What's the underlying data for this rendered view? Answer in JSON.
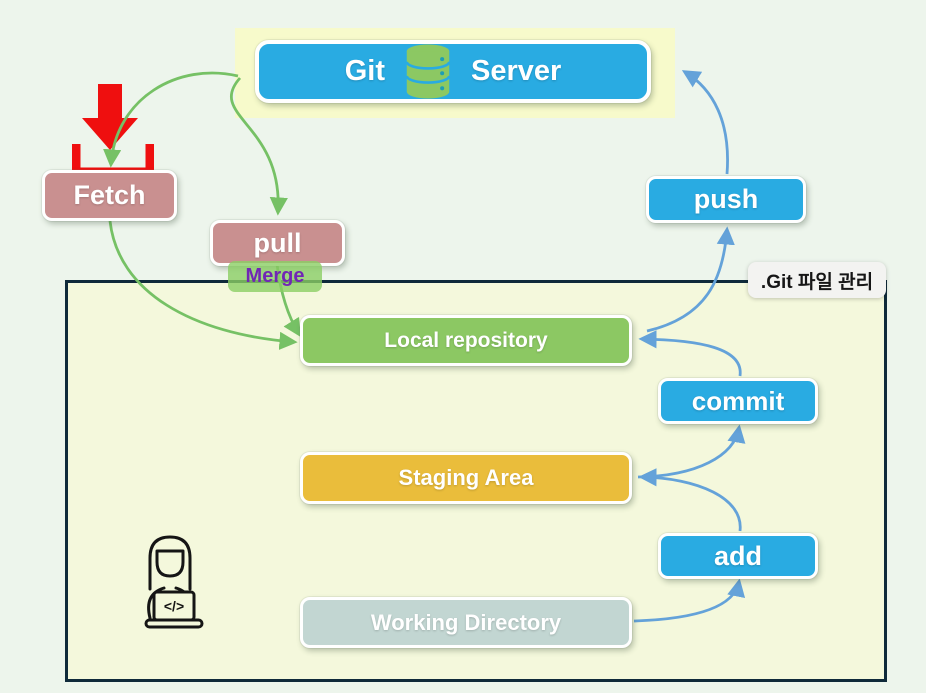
{
  "diagram_title": "Git workflow diagram",
  "nodes": {
    "git_server": {
      "word1": "Git",
      "word2": "Server"
    },
    "fetch": {
      "label": "Fetch"
    },
    "pull": {
      "label": "pull"
    },
    "merge": {
      "label": "Merge"
    },
    "push": {
      "label": "push"
    },
    "local_repository": {
      "label": "Local repository"
    },
    "commit": {
      "label": "commit"
    },
    "staging_area": {
      "label": "Staging Area"
    },
    "add": {
      "label": "add"
    },
    "working_directory": {
      "label": "Working Directory"
    },
    "zone_note": {
      "label": ".Git 파일 관리"
    }
  },
  "icons": {
    "database": "database-icon",
    "download": "download-icon",
    "developer": "developer-icon",
    "laptop_code": "</>"
  },
  "edges": [
    {
      "from": "Git Server",
      "to": "Fetch",
      "color": "green"
    },
    {
      "from": "Git Server",
      "to": "pull",
      "color": "green"
    },
    {
      "from": "Fetch",
      "to": "Local repository",
      "color": "green"
    },
    {
      "from": "pull",
      "to": "Local repository",
      "color": "green"
    },
    {
      "from": "Working Directory",
      "to": "add",
      "color": "blue"
    },
    {
      "from": "add",
      "to": "Staging Area",
      "color": "blue"
    },
    {
      "from": "Staging Area",
      "to": "commit",
      "color": "blue"
    },
    {
      "from": "commit",
      "to": "Local repository",
      "color": "blue"
    },
    {
      "from": "Local repository",
      "to": "push",
      "color": "blue"
    },
    {
      "from": "push",
      "to": "Git Server",
      "color": "blue"
    }
  ],
  "colors": {
    "page_bg": "#edf5ec",
    "zone_bg": "#f4f8dc",
    "zone_border": "#0f2a3a",
    "server_backdrop": "#f7facb",
    "blue_node": "#29abe2",
    "green_node": "#8cc863",
    "yellow_node": "#eabd3b",
    "gray_node": "#c2d6d2",
    "mauve_node": "#c99090",
    "merge_bg": "rgba(139,206,100,0.8)",
    "merge_text": "#7126b5",
    "green_arrow": "#76c165",
    "blue_arrow": "#64a2d9",
    "red_icon": "#ef0f0f",
    "note_bg": "#f3f3f1"
  }
}
